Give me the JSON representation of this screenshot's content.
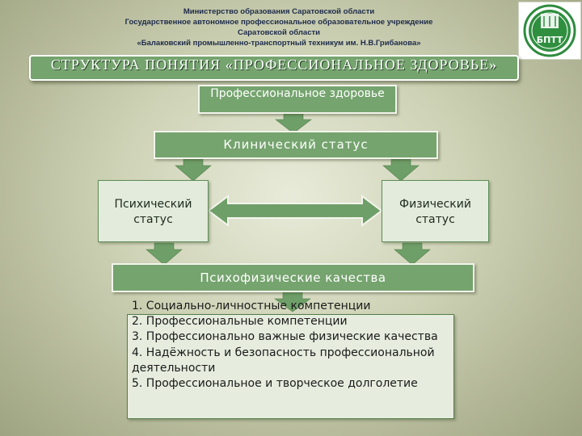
{
  "header": {
    "lines": [
      "Министерство образования Саратовской области",
      "Государственное автономное  профессиональное образовательное учреждение",
      "Саратовской области",
      "«Балаковский промышленно-транспортный техникум  им.  Н.В.Грибанова»"
    ]
  },
  "logo": {
    "text": "БПТТ"
  },
  "title": "СТРУКТУРА  ПОНЯТИЯ «ПРОФЕССИОНАЛЬНОЕ ЗДОРОВЬЕ»",
  "nodes": {
    "prof_health": "Профессиональное здоровье",
    "clinical": "Клинический статус",
    "psychic": "Психический статус",
    "physical": "Физический статус",
    "psychophysical": "Психофизические качества"
  },
  "list": [
    "1. Социально-личностные компетенции",
    "2. Профессиональные компетенции",
    "3. Профессионально важные физические качества",
    "4. Надёжность и безопасность профессиональной деятельности",
    "5. Профессиональное и творческое долголетие"
  ],
  "colors": {
    "node_green": "#75a46e",
    "arrow_green": "#6f9f68",
    "light_fill": "#e3ebdc",
    "header_text": "#1c2a4a"
  }
}
